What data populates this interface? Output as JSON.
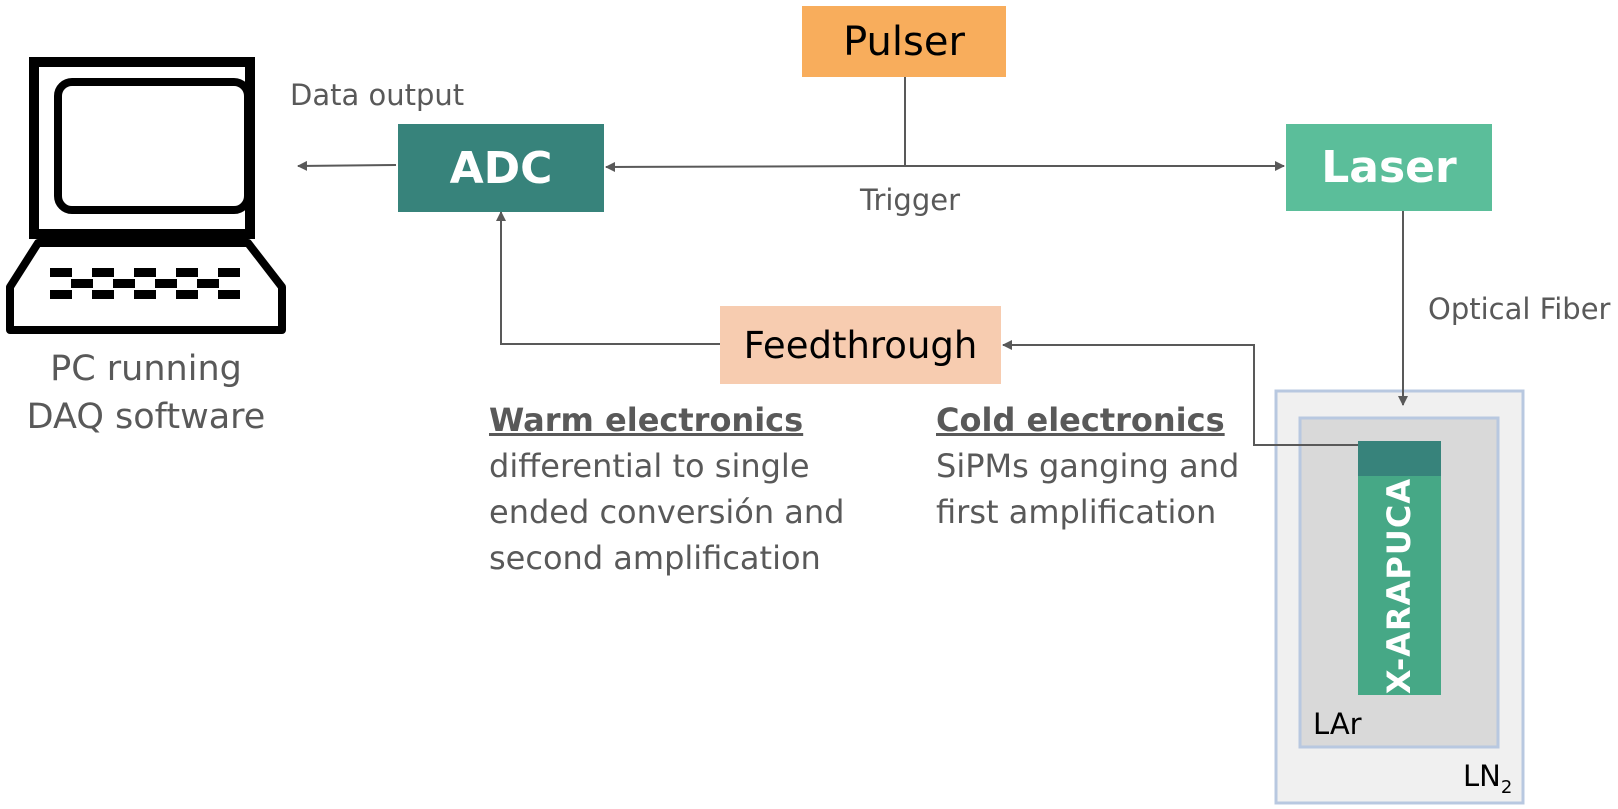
{
  "colors": {
    "adc": "#37837b",
    "pulser": "#f8ad5c",
    "laser": "#5bbe9a",
    "feedthrough": "#f7ccb0",
    "xarapuca": "#46a886",
    "xarapuca_cap": "#37837b",
    "lar": "#d9d9d9",
    "ln2": "#f0f0f0",
    "container_border": "#b8c8e0",
    "arrow": "#595959",
    "text": "#595959"
  },
  "pc": {
    "icon": "computer-icon",
    "caption_line1": "PC running",
    "caption_line2": "DAQ software"
  },
  "pulser": {
    "label": "Pulser"
  },
  "adc": {
    "label": "ADC"
  },
  "laser": {
    "label": "Laser"
  },
  "feedthrough": {
    "label": "Feedthrough"
  },
  "labels": {
    "data_output": "Data output",
    "trigger": "Trigger",
    "optical_fiber": "Optical Fiber"
  },
  "warm": {
    "heading": "Warm electronics",
    "line1": "differential to single",
    "line2": "ended conversión and",
    "line3": "second amplification"
  },
  "cold": {
    "heading": "Cold electronics",
    "line1": "SiPMs ganging and",
    "line2": "first amplification"
  },
  "detector": {
    "xarapuca": "X-ARAPUCA",
    "lar": "LAr",
    "ln2_main": "LN",
    "ln2_sub": "2"
  }
}
